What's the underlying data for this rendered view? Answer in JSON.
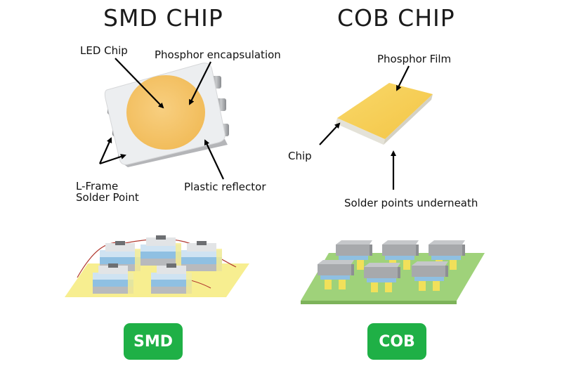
{
  "titles": {
    "smd": "SMD CHIP",
    "cob": "COB CHIP"
  },
  "smd_labels": {
    "led_chip": "LED Chip",
    "phosphor": "Phosphor encapsulation",
    "l_frame_line1": "L-Frame",
    "l_frame_line2": "Solder Point",
    "plastic_reflector": "Plastic reflector"
  },
  "cob_labels": {
    "phosphor_film": "Phosphor Film",
    "chip": "Chip",
    "solder_points": "Solder points underneath"
  },
  "badges": {
    "smd": "SMD",
    "cob": "COB"
  },
  "colors": {
    "badge_green": "#1fb046",
    "phosphor_yellow": "#f5c466",
    "board_yellow": "#f7ee90",
    "board_green": "#9fd27a",
    "chip_grey": "#a7a9ac",
    "layer_blue": "#8fc0e2"
  }
}
